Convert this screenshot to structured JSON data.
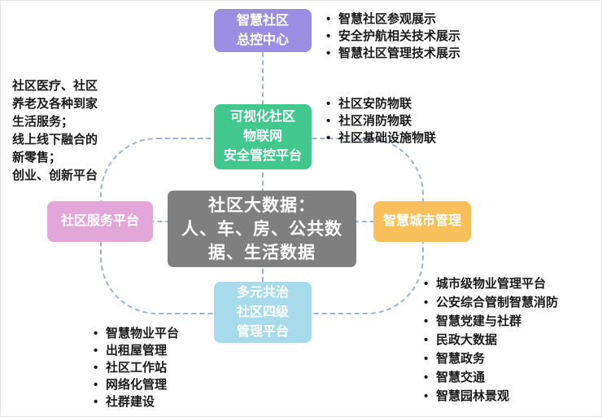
{
  "colors": {
    "control_center": "#9b8de1",
    "iot_platform": "#42c88e",
    "service_platform": "#e2a7d8",
    "city_management": "#f8c05a",
    "governance_platform": "#a7daeb",
    "big_data": "#7f7f7f",
    "connector": "#9db4cd"
  },
  "nodes": {
    "control_center": {
      "lines": [
        "智慧社区",
        "总控中心"
      ]
    },
    "iot_platform": {
      "lines": [
        "可视化社区",
        "物联网",
        "安全管控平台"
      ]
    },
    "big_data": {
      "lines": [
        "社区大数据：",
        "人、车、房、公共数",
        "据、生活数据"
      ]
    },
    "service_platform": {
      "label": "社区服务平台"
    },
    "city_management": {
      "label": "智慧城市管理"
    },
    "governance_platform": {
      "lines": [
        "多元共治",
        "社区四级",
        "管理平台"
      ]
    }
  },
  "lists": {
    "top_right": {
      "items": [
        "智慧社区参观展示",
        "安全护航相关技术展示",
        "智慧社区管理技术展示"
      ]
    },
    "mid_right": {
      "items": [
        "社区安防物联",
        "社区消防物联",
        "社区基础设施物联"
      ]
    },
    "bottom_right": {
      "items": [
        "城市级物业管理平台",
        "公安综合管制智慧消防",
        "智慧党建与社群",
        "民政大数据",
        "智慧政务",
        "智慧交通",
        "智慧园林景观"
      ]
    },
    "bottom_left": {
      "items": [
        "智慧物业平台",
        "出租屋管理",
        "社区工作站",
        "网络化管理",
        "社群建设"
      ]
    }
  },
  "left_note": {
    "lines": [
      "社区医疗、社区",
      "养老及各种到家",
      "生活服务；",
      "线上线下融合的",
      "新零售；",
      "创业、创新平台"
    ]
  }
}
